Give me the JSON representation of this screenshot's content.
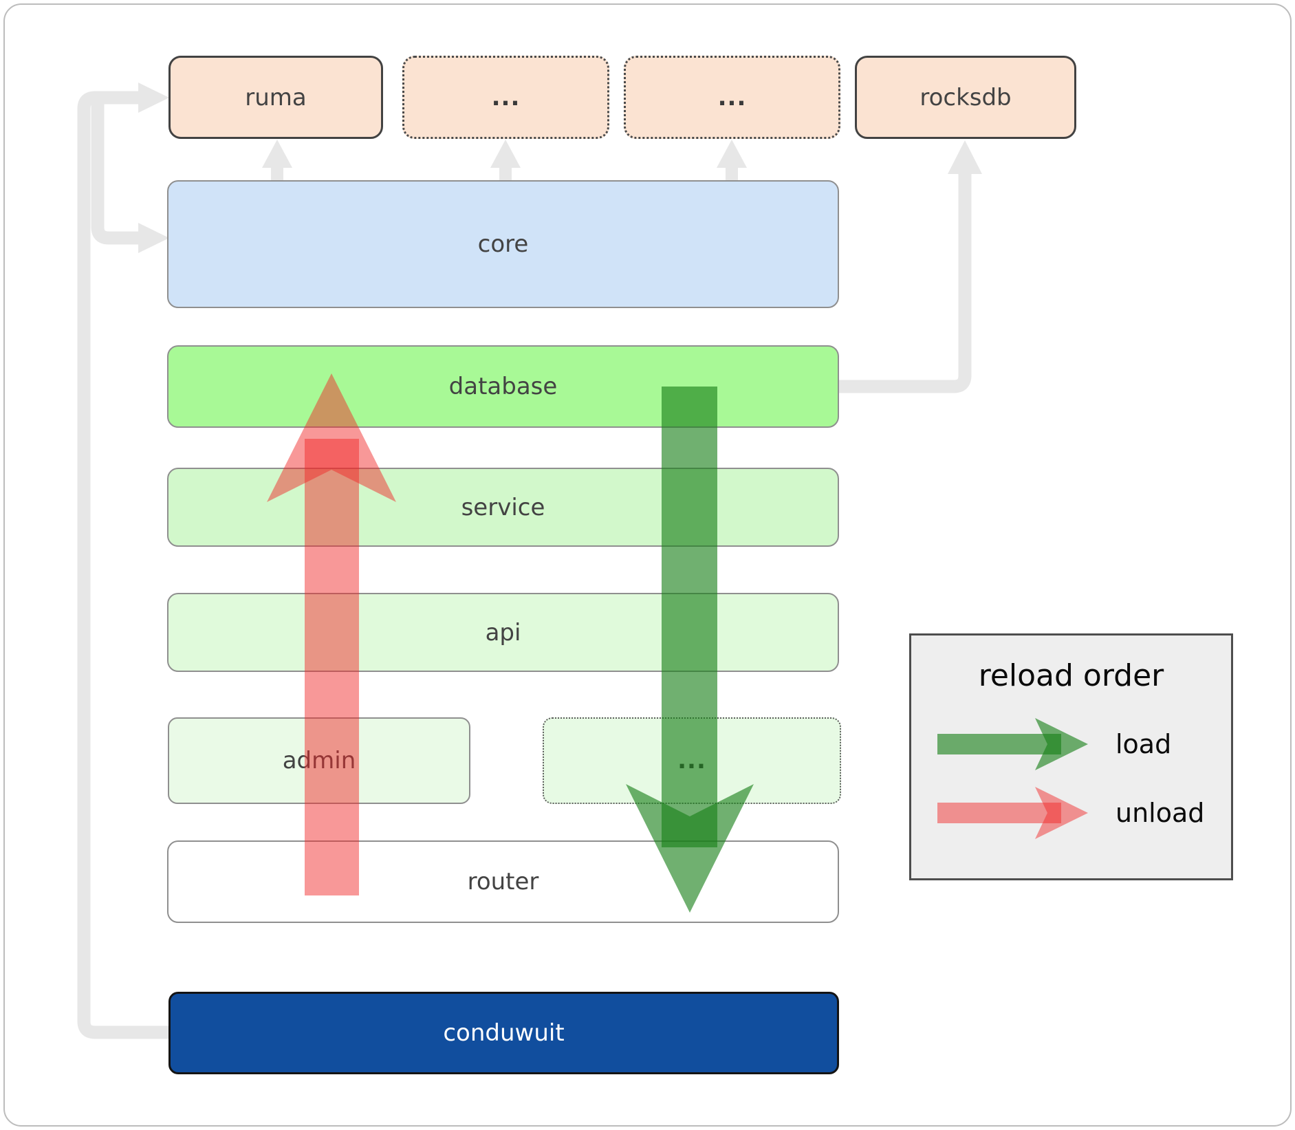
{
  "diagram": {
    "title_context": "conduwuit module architecture",
    "nodes": {
      "ruma": "ruma",
      "ellipsis_top_1": "...",
      "ellipsis_top_2": "...",
      "rocksdb": "rocksdb",
      "core": "core",
      "database": "database",
      "service": "service",
      "api": "api",
      "admin": "admin",
      "ellipsis_admin": "...",
      "router": "router",
      "conduwuit": "conduwuit"
    }
  },
  "legend": {
    "title": "reload order",
    "load_label": "load",
    "unload_label": "unload"
  },
  "colors": {
    "peach_fill": "#fbe3d2",
    "core_blue_fill": "#d0e3f8",
    "database_green_fill": "#a8f996",
    "service_green_fill": "#d2f8cb",
    "api_green_fill": "#e0fadb",
    "admin_green_fill": "#eafae7",
    "ellipsis_green_fill": "#e7fae4",
    "router_fill": "#ffffff",
    "conduwuit_navy_fill": "#114e9e",
    "legend_bg": "#eeeeee",
    "connector_gray": "#e7e7e7",
    "arrow_load_green": "#188018",
    "arrow_unload_red": "#f02828"
  }
}
